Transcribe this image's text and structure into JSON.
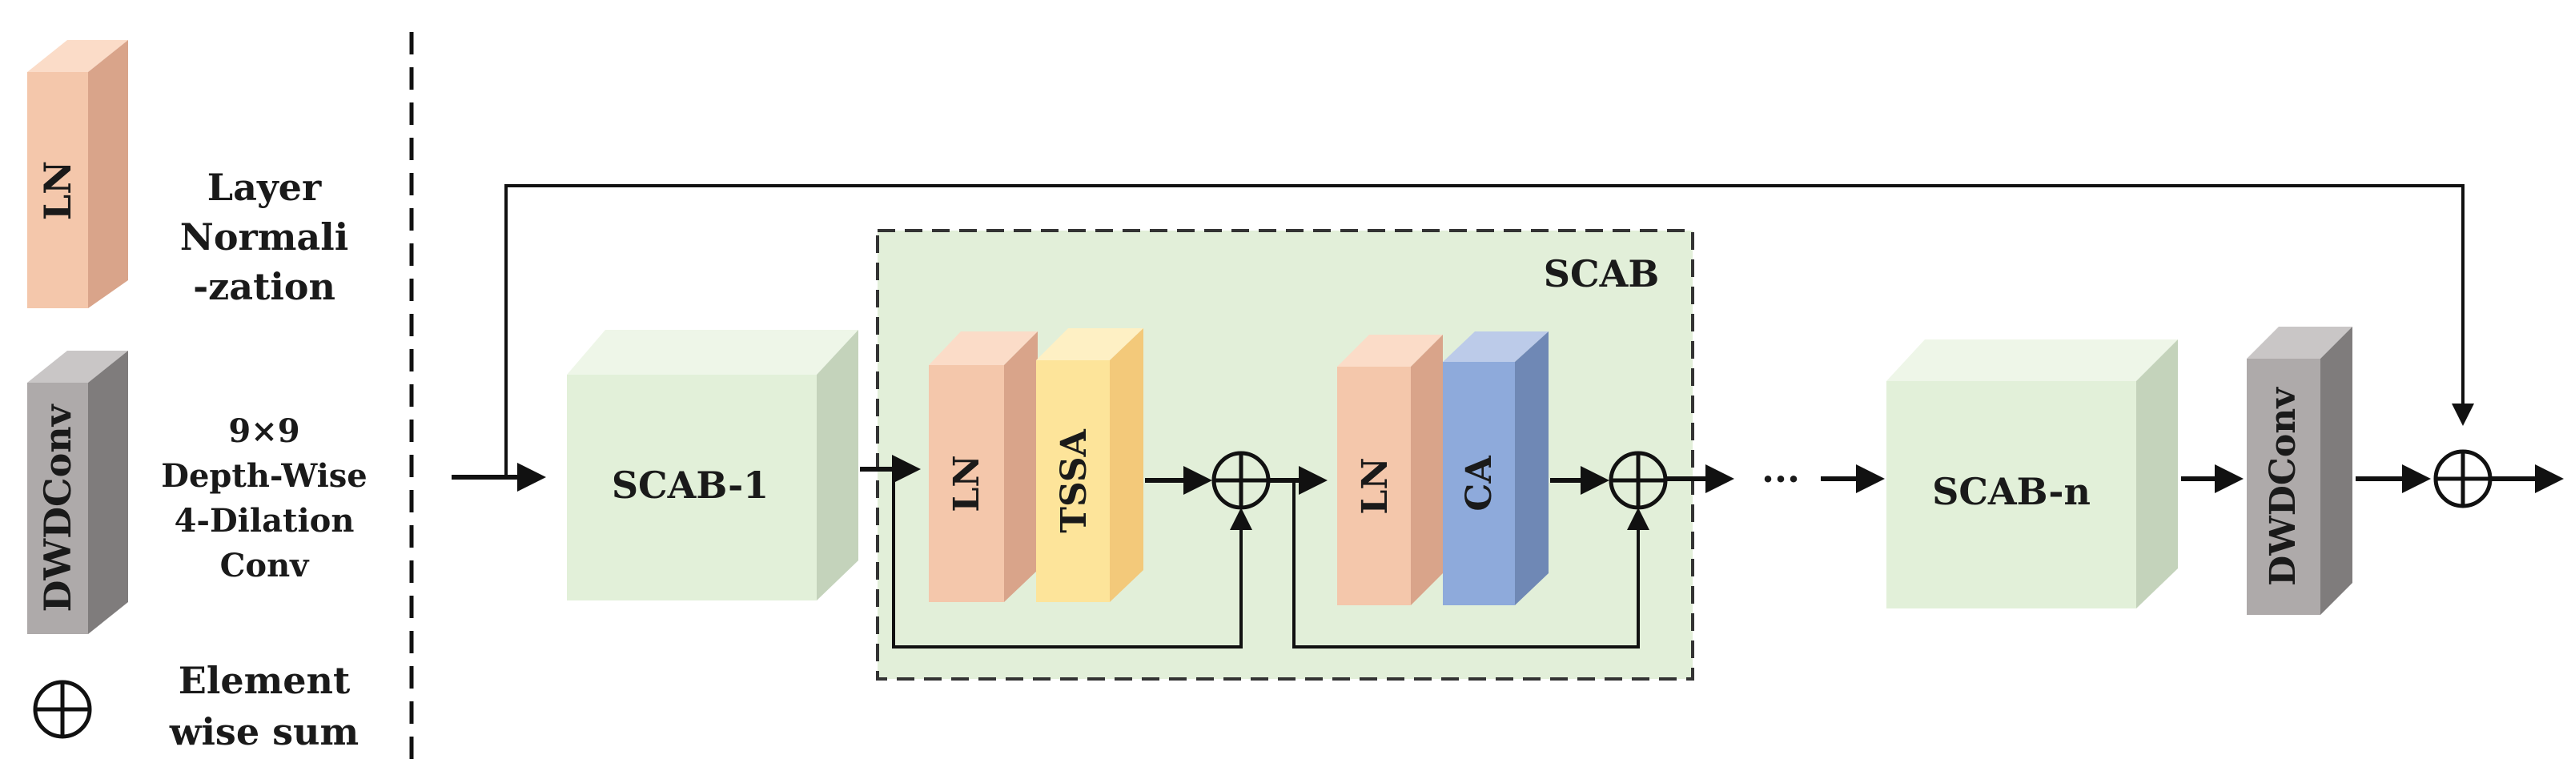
{
  "legend": {
    "ln_bar_label": "LN",
    "ln_desc": [
      "Layer",
      "Normali",
      "-zation"
    ],
    "dwdconv_bar_label": "DWDConv",
    "dwdconv_desc": [
      "9×9",
      "Depth-Wise",
      "4-Dilation",
      "Conv"
    ],
    "sum_symbol": "⊕",
    "sum_desc": [
      "Element",
      "wise sum"
    ]
  },
  "main": {
    "scab_group_title": "SCAB",
    "scab1_label": "SCAB-1",
    "ln1_label": "LN",
    "tssa_label": "TSSA",
    "ln2_label": "LN",
    "ca_label": "CA",
    "ellipsis": "···",
    "scabn_label": "SCAB-n",
    "dwdconv_label": "DWDConv"
  },
  "colors": {
    "ln": "#f4c7ab",
    "tssa": "#fde49a",
    "ca": "#8eaadb",
    "dwdconv": "#aeaaaa",
    "scab_block": "#e2f0d9",
    "scab_group_bg": "#e2efd9"
  }
}
